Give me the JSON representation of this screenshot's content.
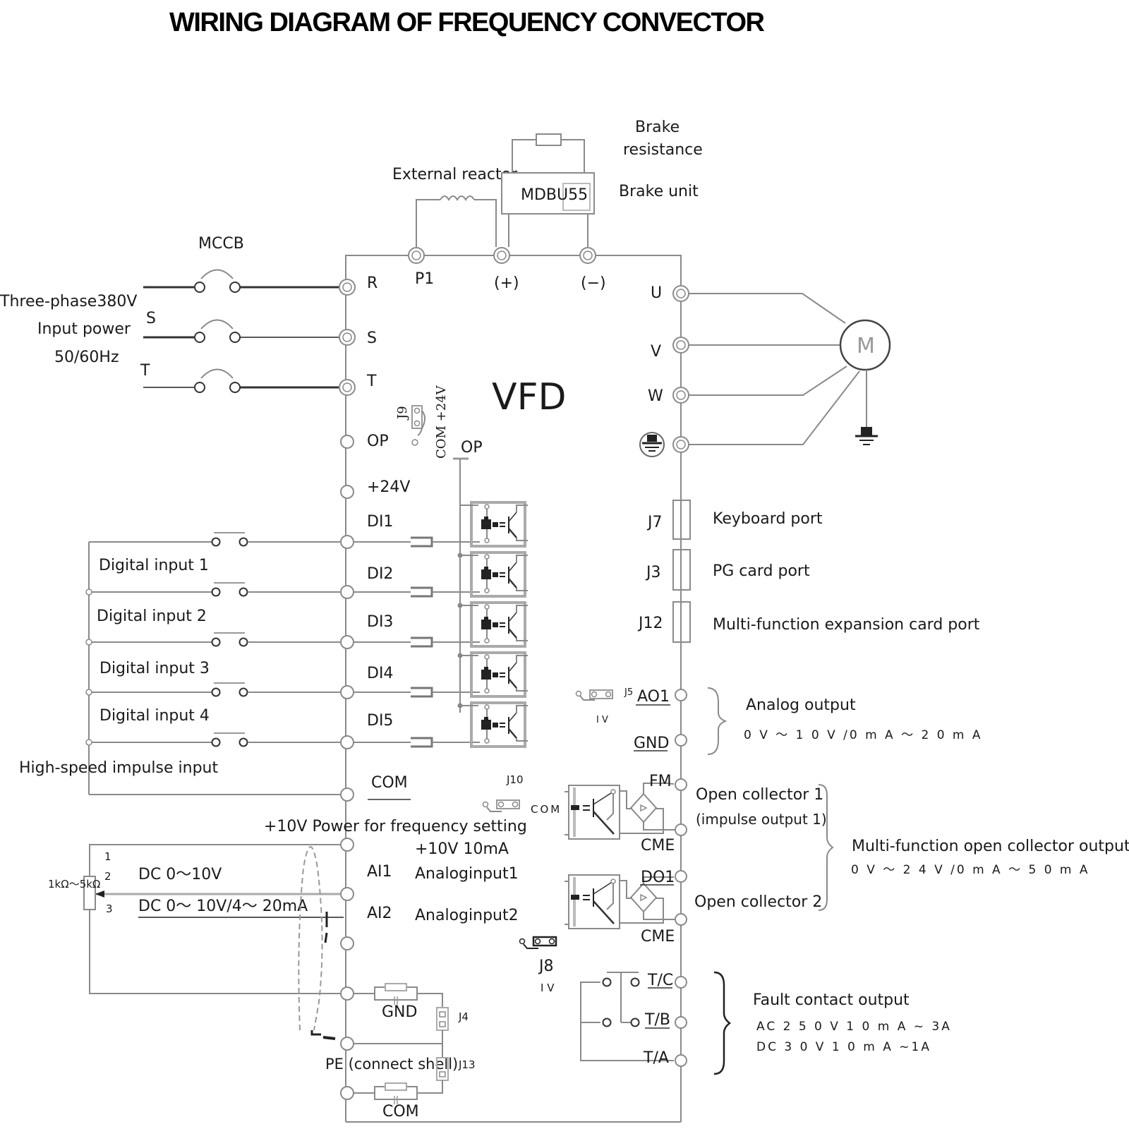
{
  "title": "WIRING DIAGRAM OF FREQUENCY CONVECTOR",
  "center_label": "VFD",
  "power_input": {
    "description_lines": [
      "Three-phase380V",
      "Input power",
      "50/60Hz"
    ],
    "breaker_label": "MCCB",
    "phase_labels": [
      "S",
      "T"
    ],
    "terminals": [
      "R",
      "S",
      "T"
    ]
  },
  "dc_bus": {
    "reactor_label": "External reactor",
    "brake_unit_model": "MDBU55",
    "brake_unit_label": "Brake unit",
    "brake_resistance_lines": [
      "Brake",
      "resistance"
    ],
    "terminals": [
      "P1",
      "(+)",
      "(−)"
    ]
  },
  "motor": {
    "symbol": "M",
    "terminals": [
      "U",
      "V",
      "W"
    ],
    "ground_icon": "ground-icon"
  },
  "jumpers": {
    "j9": "J9",
    "j9_positions": "COM +24V",
    "op_label": "OP",
    "j5": "J5",
    "j5_modes": "I V",
    "j10": "J10",
    "j10_mode": "COM",
    "j8": "J8",
    "j8_modes": "I V",
    "j4": "J4",
    "j13": "J13"
  },
  "control_terminals_left": [
    "OP",
    "+24V",
    "DI1",
    "DI2",
    "DI3",
    "DI4",
    "DI5",
    "COM",
    "AI1",
    "AI2"
  ],
  "digital_inputs": [
    "Digital input 1",
    "Digital input 2",
    "Digital input 3",
    "Digital input 4",
    "High-speed impulse input"
  ],
  "analog_input_section": {
    "power_label": "+10V Power for frequency setting",
    "power_spec": "+10V 10mA",
    "ai1_desc": "Analoginput1",
    "ai2_desc": "Analoginput2",
    "pot_range": "1kΩ～5kΩ",
    "pot_pins": [
      "1",
      "2",
      "3"
    ],
    "ai1_range": "DC 0～10V",
    "ai2_range": "DC 0～ 10V/4～ 20mA",
    "gnd_label": "GND",
    "pe_label": "PE (connect shell)",
    "com_label": "COM"
  },
  "ports": [
    {
      "id": "J7",
      "label": "Keyboard port"
    },
    {
      "id": "J3",
      "label": "PG card port"
    },
    {
      "id": "J12",
      "label": "Multi-function expansion card port"
    }
  ],
  "analog_output": {
    "terminals": [
      "AO1",
      "GND"
    ],
    "label": "Analog output",
    "spec": "0 V ～ 1 0 V /0 m A ～ 2 0 m A"
  },
  "open_collector": {
    "terminals": [
      "FM",
      "CME",
      "DO1",
      "CME"
    ],
    "oc1_label": "Open collector 1",
    "oc1_sub": "(impulse output 1)",
    "oc2_label": "Open collector 2",
    "group_label": "Multi-function open collector output",
    "spec": "0 V ～ 2 4 V /0 m A ～ 5 0 m A"
  },
  "fault_output": {
    "terminals": [
      "T/C",
      "T/B",
      "T/A"
    ],
    "label": "Fault contact output",
    "spec_ac": "AC 2 5 0 V 1 0 m A ~ 3A",
    "spec_dc": "DC 3 0 V 1 0 m A ~1A"
  }
}
